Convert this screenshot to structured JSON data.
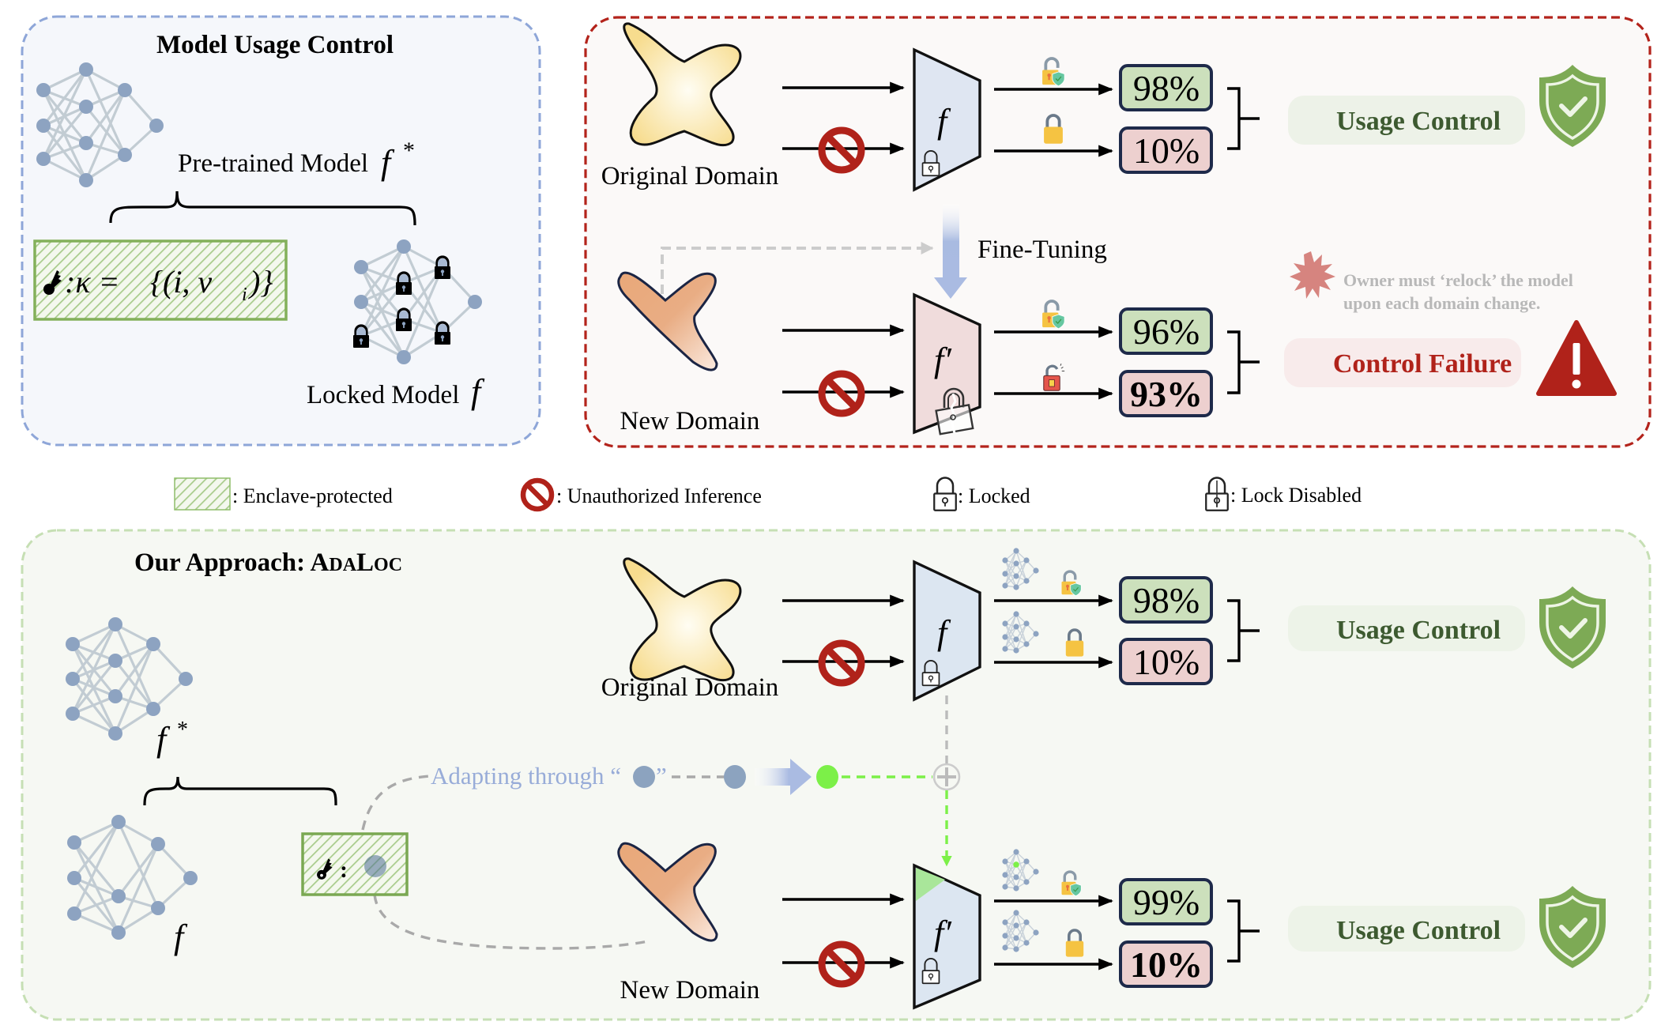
{
  "panels": {
    "model_usage_control": {
      "title": "Model Usage Control",
      "pretrained_label": "Pre-trained Model",
      "pretrained_symbol": "f",
      "pretrained_sup": "*",
      "locked_label": "Locked Model",
      "locked_symbol": "f",
      "key_formula_lhs": ":κ =",
      "key_formula_rhs": "{(i, v",
      "key_formula_sub": "i",
      "key_formula_end": ")}"
    },
    "baseline": {
      "original_domain_label": "Original Domain",
      "new_domain_label": "New Domain",
      "model_symbol": "f",
      "finetuned_symbol": "f′",
      "fine_tuning_label": "Fine-Tuning",
      "top_results": [
        {
          "value": "98%",
          "kind": "authorized"
        },
        {
          "value": "10%",
          "kind": "unauthorized"
        }
      ],
      "bottom_results": [
        {
          "value": "96%",
          "kind": "authorized"
        },
        {
          "value": "93%",
          "kind": "unauthorized-leak"
        }
      ],
      "top_status": "Usage Control",
      "bottom_status": "Control Failure",
      "warning_note_line1": "Owner must ‘relock’ the model",
      "warning_note_line2": "upon each domain change."
    },
    "adaloc": {
      "title_prefix": "Our Approach: ",
      "title_name_A": "A",
      "title_name_DA": "DA",
      "title_name_L": "L",
      "title_name_OC": "OC",
      "pretrained_symbol": "f",
      "pretrained_sup": "*",
      "model_symbol": "f",
      "adapting_label": "Adapting through “",
      "adapting_close": "”",
      "key_colon": ":",
      "original_domain_label": "Original Domain",
      "new_domain_label": "New Domain",
      "finetuned_symbol": "f′",
      "top_results": [
        {
          "value": "98%",
          "kind": "authorized"
        },
        {
          "value": "10%",
          "kind": "unauthorized"
        }
      ],
      "bottom_results": [
        {
          "value": "99%",
          "kind": "authorized"
        },
        {
          "value": "10%",
          "kind": "unauthorized-blocked"
        }
      ],
      "top_status": "Usage Control",
      "bottom_status": "Usage Control"
    }
  },
  "legend": [
    {
      "icon": "enclave-hatch-icon",
      "label": ": Enclave-protected"
    },
    {
      "icon": "prohibited-icon",
      "label": ": Unauthorized Inference"
    },
    {
      "icon": "padlock-locked-icon",
      "label": ": Locked"
    },
    {
      "icon": "padlock-broken-icon",
      "label": ": Lock Disabled"
    }
  ],
  "colors": {
    "success_green": "#7daa55",
    "success_text": "#3d5a30",
    "failure_red": "#b0221a",
    "pct_green_bg": "#cce0bc",
    "pct_red_bg": "#edd0cf",
    "pct_border": "#1e2a4a",
    "panel1_border": "#8ea6d8",
    "panel2_border": "#b3231b",
    "panel3_border": "#c6dfb4",
    "adapted_green": "#7cf048"
  }
}
